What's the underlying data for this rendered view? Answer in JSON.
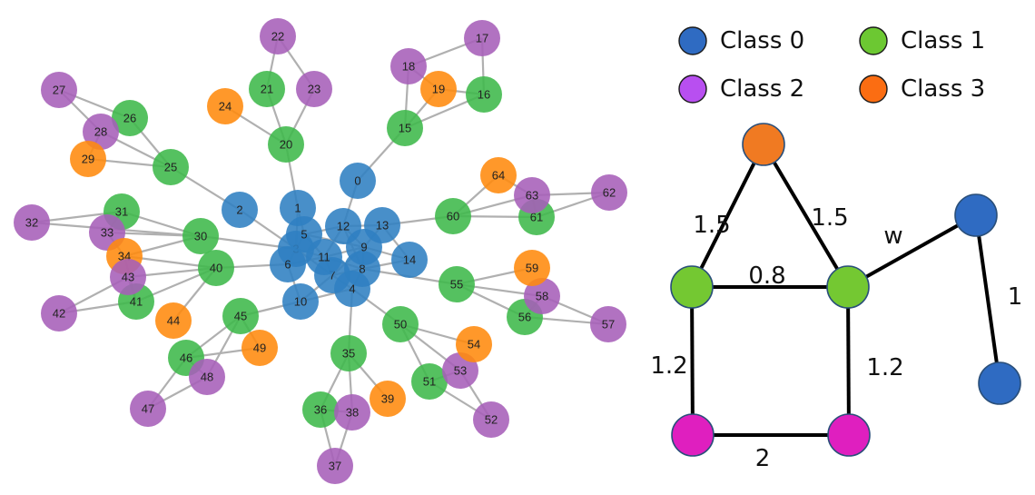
{
  "palette": {
    "class0": "#2f7fc1",
    "class1": "#3db84a",
    "class2": "#a65fb8",
    "class3": "#ff8a0d",
    "edge": "#b0b0b0"
  },
  "legend": [
    {
      "label": "Class 0",
      "color": "#2f6bc2"
    },
    {
      "label": "Class 1",
      "color": "#6cc832"
    },
    {
      "label": "Class 2",
      "color": "#b84ff0"
    },
    {
      "label": "Class 3",
      "color": "#fb6d12"
    }
  ],
  "network": {
    "nodes": [
      {
        "id": "0",
        "class": 0
      },
      {
        "id": "1",
        "class": 0
      },
      {
        "id": "2",
        "class": 0
      },
      {
        "id": "3",
        "class": 0
      },
      {
        "id": "4",
        "class": 0
      },
      {
        "id": "5",
        "class": 0
      },
      {
        "id": "6",
        "class": 0
      },
      {
        "id": "7",
        "class": 0
      },
      {
        "id": "8",
        "class": 0
      },
      {
        "id": "9",
        "class": 0
      },
      {
        "id": "10",
        "class": 0
      },
      {
        "id": "11",
        "class": 0
      },
      {
        "id": "12",
        "class": 0
      },
      {
        "id": "13",
        "class": 0
      },
      {
        "id": "14",
        "class": 0
      },
      {
        "id": "15",
        "class": 1
      },
      {
        "id": "16",
        "class": 1
      },
      {
        "id": "17",
        "class": 2
      },
      {
        "id": "18",
        "class": 2
      },
      {
        "id": "19",
        "class": 3
      },
      {
        "id": "20",
        "class": 1
      },
      {
        "id": "21",
        "class": 1
      },
      {
        "id": "22",
        "class": 2
      },
      {
        "id": "23",
        "class": 2
      },
      {
        "id": "24",
        "class": 3
      },
      {
        "id": "25",
        "class": 1
      },
      {
        "id": "26",
        "class": 1
      },
      {
        "id": "27",
        "class": 2
      },
      {
        "id": "28",
        "class": 2
      },
      {
        "id": "29",
        "class": 3
      },
      {
        "id": "30",
        "class": 1
      },
      {
        "id": "31",
        "class": 1
      },
      {
        "id": "32",
        "class": 2
      },
      {
        "id": "33",
        "class": 2
      },
      {
        "id": "34",
        "class": 3
      },
      {
        "id": "35",
        "class": 1
      },
      {
        "id": "36",
        "class": 1
      },
      {
        "id": "37",
        "class": 2
      },
      {
        "id": "38",
        "class": 2
      },
      {
        "id": "39",
        "class": 3
      },
      {
        "id": "40",
        "class": 1
      },
      {
        "id": "41",
        "class": 1
      },
      {
        "id": "42",
        "class": 2
      },
      {
        "id": "43",
        "class": 2
      },
      {
        "id": "44",
        "class": 3
      },
      {
        "id": "45",
        "class": 1
      },
      {
        "id": "46",
        "class": 1
      },
      {
        "id": "47",
        "class": 2
      },
      {
        "id": "48",
        "class": 2
      },
      {
        "id": "49",
        "class": 3
      },
      {
        "id": "50",
        "class": 1
      },
      {
        "id": "51",
        "class": 1
      },
      {
        "id": "52",
        "class": 2
      },
      {
        "id": "53",
        "class": 2
      },
      {
        "id": "54",
        "class": 3
      },
      {
        "id": "55",
        "class": 1
      },
      {
        "id": "56",
        "class": 1
      },
      {
        "id": "57",
        "class": 2
      },
      {
        "id": "58",
        "class": 2
      },
      {
        "id": "59",
        "class": 3
      },
      {
        "id": "60",
        "class": 1
      },
      {
        "id": "61",
        "class": 1
      },
      {
        "id": "62",
        "class": 2
      },
      {
        "id": "63",
        "class": 2
      },
      {
        "id": "64",
        "class": 3
      }
    ],
    "edges": [
      [
        "0",
        "15"
      ],
      [
        "15",
        "18"
      ],
      [
        "15",
        "16"
      ],
      [
        "15",
        "19"
      ],
      [
        "18",
        "17"
      ],
      [
        "16",
        "17"
      ],
      [
        "16",
        "19"
      ],
      [
        "18",
        "19"
      ],
      [
        "1",
        "20"
      ],
      [
        "20",
        "21"
      ],
      [
        "20",
        "24"
      ],
      [
        "20",
        "23"
      ],
      [
        "21",
        "22"
      ],
      [
        "23",
        "22"
      ],
      [
        "2",
        "25"
      ],
      [
        "25",
        "26"
      ],
      [
        "25",
        "28"
      ],
      [
        "25",
        "29"
      ],
      [
        "28",
        "27"
      ],
      [
        "26",
        "27"
      ],
      [
        "28",
        "29"
      ],
      [
        "3",
        "30"
      ],
      [
        "30",
        "31"
      ],
      [
        "30",
        "32"
      ],
      [
        "30",
        "33"
      ],
      [
        "30",
        "34"
      ],
      [
        "31",
        "32"
      ],
      [
        "31",
        "33"
      ],
      [
        "33",
        "34"
      ],
      [
        "4",
        "35"
      ],
      [
        "35",
        "36"
      ],
      [
        "35",
        "38"
      ],
      [
        "35",
        "39"
      ],
      [
        "36",
        "37"
      ],
      [
        "38",
        "37"
      ],
      [
        "36",
        "38"
      ],
      [
        "6",
        "40"
      ],
      [
        "40",
        "41"
      ],
      [
        "40",
        "43"
      ],
      [
        "40",
        "44"
      ],
      [
        "41",
        "42"
      ],
      [
        "43",
        "42"
      ],
      [
        "41",
        "43"
      ],
      [
        "34",
        "40"
      ],
      [
        "34",
        "41"
      ],
      [
        "10",
        "45"
      ],
      [
        "45",
        "46"
      ],
      [
        "45",
        "48"
      ],
      [
        "45",
        "49"
      ],
      [
        "46",
        "47"
      ],
      [
        "48",
        "47"
      ],
      [
        "46",
        "48"
      ],
      [
        "46",
        "49"
      ],
      [
        "4",
        "50"
      ],
      [
        "50",
        "51"
      ],
      [
        "50",
        "53"
      ],
      [
        "50",
        "54"
      ],
      [
        "51",
        "52"
      ],
      [
        "53",
        "52"
      ],
      [
        "51",
        "53"
      ],
      [
        "8",
        "55"
      ],
      [
        "55",
        "56"
      ],
      [
        "55",
        "58"
      ],
      [
        "55",
        "59"
      ],
      [
        "56",
        "57"
      ],
      [
        "58",
        "57"
      ],
      [
        "56",
        "58"
      ],
      [
        "13",
        "60"
      ],
      [
        "60",
        "61"
      ],
      [
        "60",
        "63"
      ],
      [
        "60",
        "64"
      ],
      [
        "61",
        "62"
      ],
      [
        "63",
        "62"
      ],
      [
        "61",
        "63"
      ],
      [
        "63",
        "64"
      ],
      [
        "1",
        "5"
      ],
      [
        "2",
        "3"
      ],
      [
        "5",
        "3"
      ],
      [
        "5",
        "11"
      ],
      [
        "5",
        "12"
      ],
      [
        "5",
        "6"
      ],
      [
        "3",
        "6"
      ],
      [
        "3",
        "11"
      ],
      [
        "3",
        "7"
      ],
      [
        "6",
        "11"
      ],
      [
        "6",
        "10"
      ],
      [
        "11",
        "7"
      ],
      [
        "11",
        "12"
      ],
      [
        "11",
        "9"
      ],
      [
        "12",
        "13"
      ],
      [
        "12",
        "9"
      ],
      [
        "13",
        "9"
      ],
      [
        "9",
        "8"
      ],
      [
        "9",
        "14"
      ],
      [
        "8",
        "14"
      ],
      [
        "8",
        "7"
      ],
      [
        "8",
        "4"
      ],
      [
        "7",
        "4"
      ],
      [
        "7",
        "10"
      ],
      [
        "10",
        "4"
      ],
      [
        "0",
        "12"
      ],
      [
        "1",
        "3"
      ],
      [
        "13",
        "14"
      ],
      [
        "9",
        "7"
      ],
      [
        "12",
        "8"
      ],
      [
        "11",
        "8"
      ],
      [
        "5",
        "9"
      ]
    ]
  },
  "example_graph": {
    "nodes": [
      {
        "id": "top",
        "color": "#f07a22"
      },
      {
        "id": "mid-left",
        "color": "#74c832"
      },
      {
        "id": "mid-right",
        "color": "#74c832"
      },
      {
        "id": "bottom-left",
        "color": "#df1fbf"
      },
      {
        "id": "bottom-right",
        "color": "#df1fbf"
      },
      {
        "id": "right-top",
        "color": "#2f6bc2"
      },
      {
        "id": "right-bottom",
        "color": "#2f6bc2"
      }
    ],
    "edges": [
      {
        "from": "top",
        "to": "mid-left",
        "weight": "1.5"
      },
      {
        "from": "top",
        "to": "mid-right",
        "weight": "1.5"
      },
      {
        "from": "mid-left",
        "to": "mid-right",
        "weight": "0.8"
      },
      {
        "from": "mid-right",
        "to": "right-top",
        "weight": "w"
      },
      {
        "from": "right-top",
        "to": "right-bottom",
        "weight": "1"
      },
      {
        "from": "mid-left",
        "to": "bottom-left",
        "weight": "1.2"
      },
      {
        "from": "mid-right",
        "to": "bottom-right",
        "weight": "1.2"
      },
      {
        "from": "bottom-left",
        "to": "bottom-right",
        "weight": "2"
      }
    ]
  }
}
